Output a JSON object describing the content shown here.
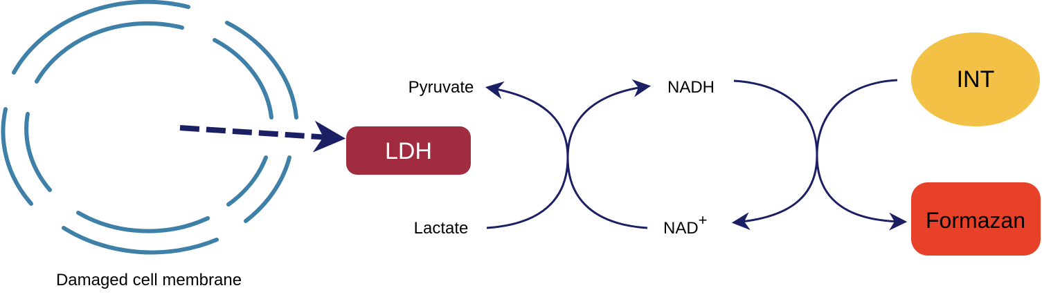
{
  "labels": {
    "membrane": "Damaged cell membrane",
    "ldh": "LDH",
    "pyruvate": "Pyruvate",
    "lactate": "Lactate",
    "nadh": "NADH",
    "nad_base": "NAD",
    "nad_charge": "+",
    "int": "INT",
    "formazan": "Formazan"
  },
  "colors": {
    "membrane": "#3f80a8",
    "arrow": "#1b1f63",
    "ldh_fill": "#a12c3f",
    "int_fill": "#f2c146",
    "formazan_fill": "#e8412a",
    "ldh_text": "#ffffff",
    "dark_text": "#000000"
  }
}
